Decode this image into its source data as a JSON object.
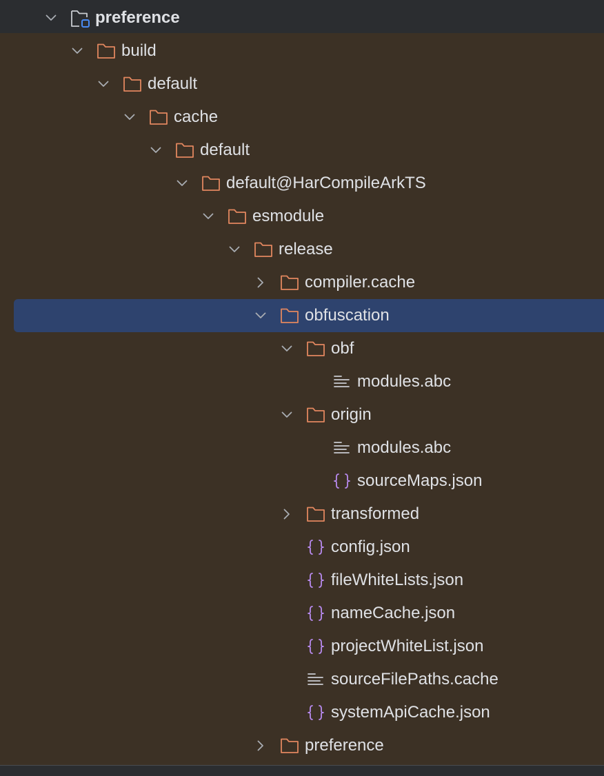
{
  "tree": {
    "root": {
      "label": "preference",
      "icon": "module-folder-icon",
      "expanded": true
    },
    "items": [
      {
        "label": "build",
        "type": "folder",
        "expanded": true
      },
      {
        "label": "default",
        "type": "folder",
        "expanded": true
      },
      {
        "label": "cache",
        "type": "folder",
        "expanded": true
      },
      {
        "label": "default",
        "type": "folder",
        "expanded": true
      },
      {
        "label": "default@HarCompileArkTS",
        "type": "folder",
        "expanded": true
      },
      {
        "label": "esmodule",
        "type": "folder",
        "expanded": true
      },
      {
        "label": "release",
        "type": "folder",
        "expanded": true
      },
      {
        "label": "compiler.cache",
        "type": "folder",
        "expanded": false
      },
      {
        "label": "obfuscation",
        "type": "folder",
        "expanded": true,
        "selected": true
      },
      {
        "label": "obf",
        "type": "folder",
        "expanded": true
      },
      {
        "label": "modules.abc",
        "type": "text-file"
      },
      {
        "label": "origin",
        "type": "folder",
        "expanded": true
      },
      {
        "label": "modules.abc",
        "type": "text-file"
      },
      {
        "label": "sourceMaps.json",
        "type": "json-file"
      },
      {
        "label": "transformed",
        "type": "folder",
        "expanded": false
      },
      {
        "label": "config.json",
        "type": "json-file"
      },
      {
        "label": "fileWhiteLists.json",
        "type": "json-file"
      },
      {
        "label": "nameCache.json",
        "type": "json-file"
      },
      {
        "label": "projectWhiteList.json",
        "type": "json-file"
      },
      {
        "label": "sourceFilePaths.cache",
        "type": "text-file"
      },
      {
        "label": "systemApiCache.json",
        "type": "json-file"
      },
      {
        "label": "preference",
        "type": "folder",
        "expanded": false
      }
    ]
  },
  "colors": {
    "background": "#3c3125",
    "header_background": "#2b2d30",
    "selection": "#2e436e",
    "folder_icon": "#e2875f",
    "json_icon": "#b98bf0",
    "text": "#dfe1e5",
    "chevron": "#a9adb3",
    "module_badge": "#4a8cf5"
  }
}
